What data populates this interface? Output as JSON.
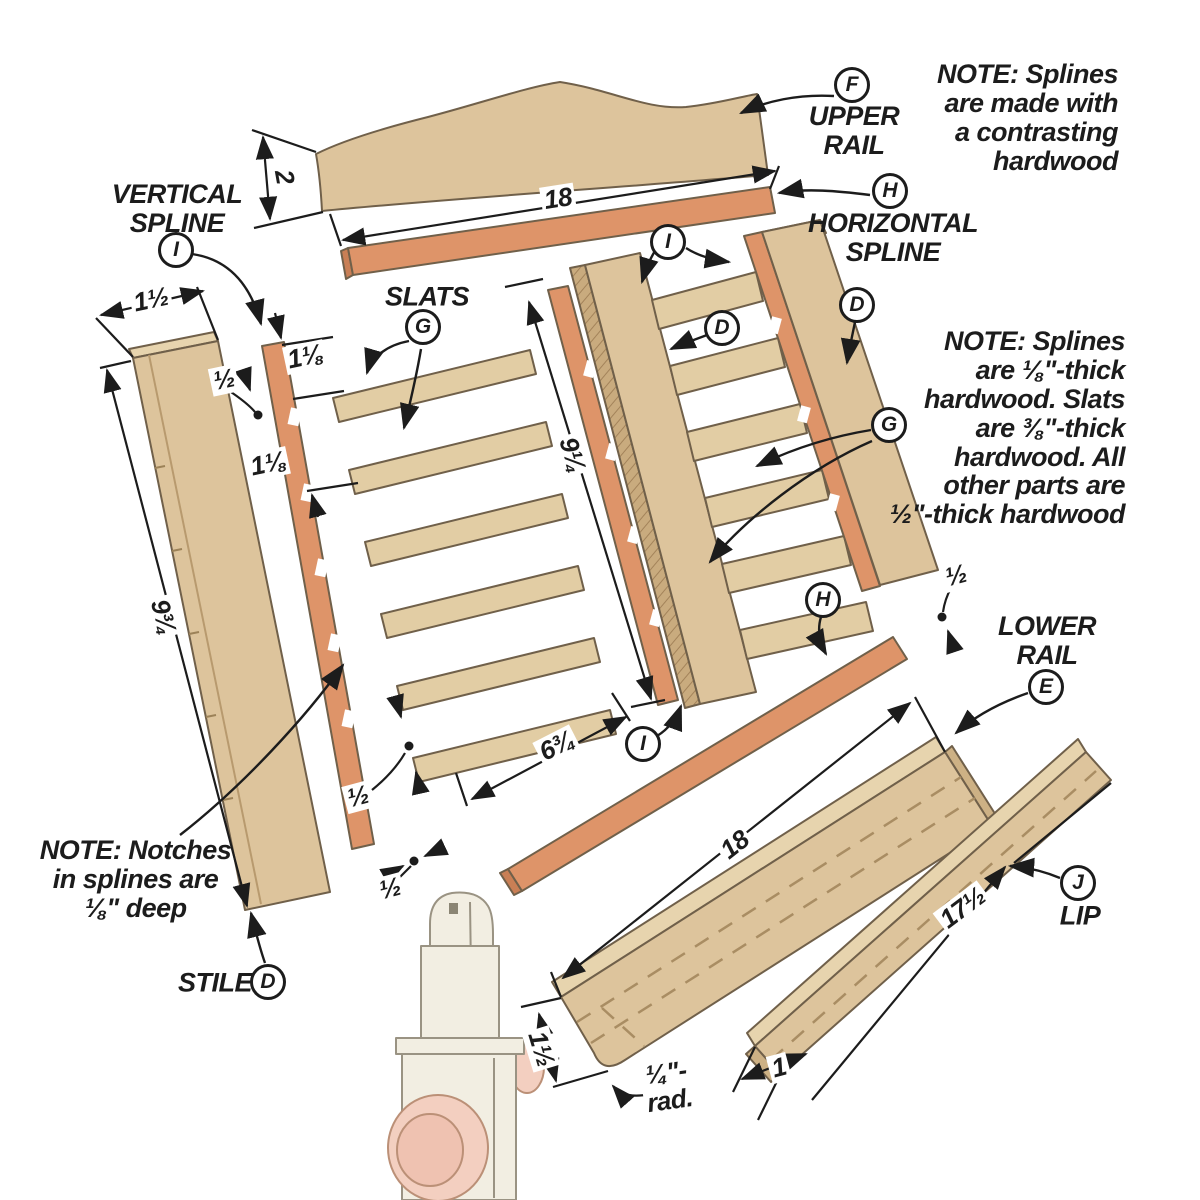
{
  "notes": {
    "contrast": "NOTE: Splines\nare made with\na contrasting\nhardwood",
    "thickness": "NOTE: Splines\nare ⅛\"-thick\nhardwood. Slats\nare ⅜\"-thick\nhardwood. All\nother parts are\n½\"-thick hardwood",
    "notches": "NOTE: Notches\nin splines are\n⅛\" deep"
  },
  "labels": {
    "upper_rail": {
      "letter": "F",
      "name": "UPPER\nRAIL"
    },
    "horizontal_spline": {
      "letter": "H",
      "name": "HORIZONTAL\nSPLINE"
    },
    "vertical_spline": {
      "letter": "I",
      "name": "VERTICAL\nSPLINE"
    },
    "slats": {
      "letter": "G",
      "name": "SLATS"
    },
    "lower_rail": {
      "letter": "E",
      "name": "LOWER\nRAIL"
    },
    "lip": {
      "letter": "J",
      "name": "LIP"
    },
    "stile": {
      "letter": "D",
      "name": "STILE"
    },
    "callout_i_top": "I",
    "callout_d_mid": "D",
    "callout_d_right": "D",
    "callout_g_right": "G",
    "callout_h_lower": "H",
    "callout_i_lower": "I"
  },
  "dimensions": {
    "rail_thickness": "2",
    "upper_rail_length": "18",
    "stile_width": "1½",
    "spline_top_offset": "½",
    "notch_pitch_a": "1⅛",
    "notch_pitch_b": "1⅛",
    "stile_length": "9¾",
    "spline_length": "9¼",
    "slat_length": "6¾",
    "notch_half_a": "½",
    "notch_half_b": "½",
    "spline_end_gap": "½",
    "lower_rail_length": "18",
    "lip_length": "17½",
    "lower_rail_width": "1½",
    "corner_radius": "¼\"-\nrad.",
    "lip_width": "1"
  },
  "colors": {
    "wood": "#ddc49c",
    "wood_light": "#e7d4ae",
    "wood_dark": "#c9ab7e",
    "spline": "#de9469",
    "outline": "#70604a",
    "ink": "#1c1c1c",
    "ghost_fill": "#f2eee2",
    "ghost_stroke": "#9a9383",
    "knob": "#f3cfc0"
  }
}
